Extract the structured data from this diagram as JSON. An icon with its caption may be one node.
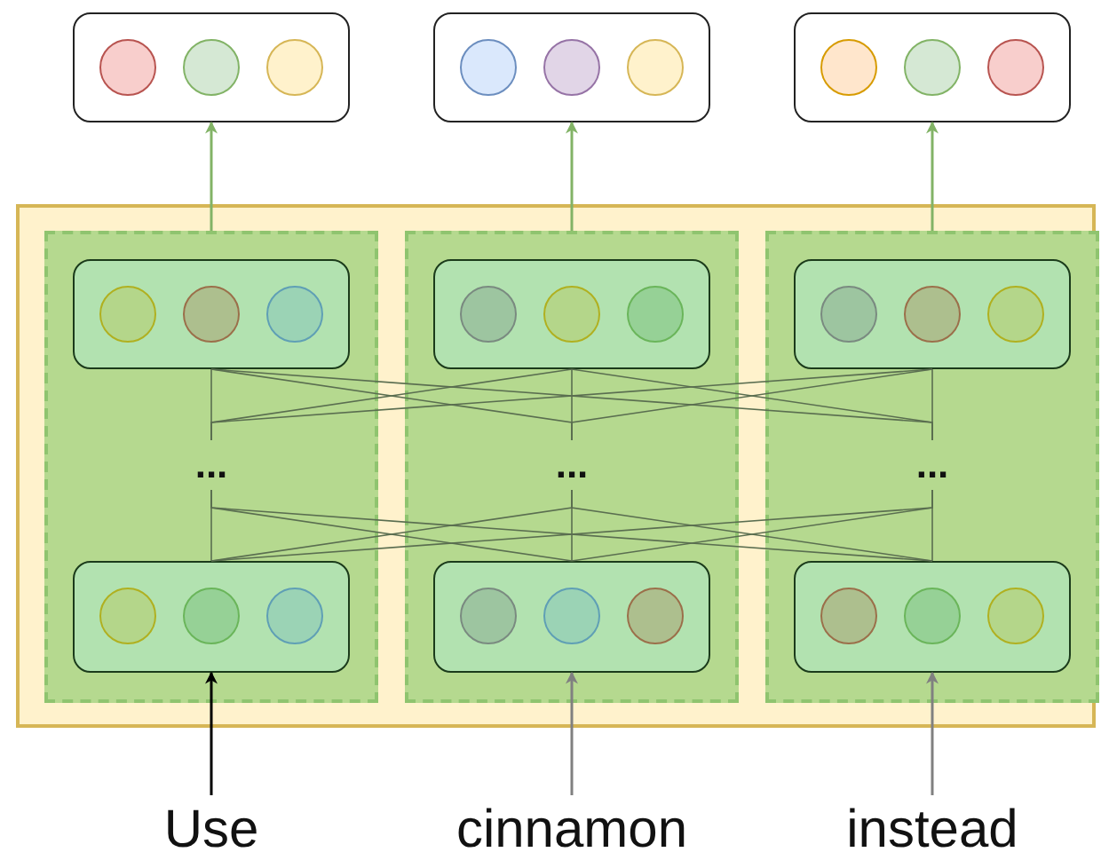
{
  "diagram": {
    "nodes": [
      {
        "text": [],
        "shape": "box"
      },
      {
        "text": [],
        "shape": "circle",
        "in": 0
      },
      {
        "text": [],
        "shape": "circle",
        "in": 0
      },
      {
        "text": [],
        "shape": "circle",
        "in": 0
      },
      {
        "text": [],
        "shape": "box"
      },
      {
        "text": [],
        "shape": "circle",
        "in": 4
      },
      {
        "text": [],
        "shape": "circle",
        "in": 4
      },
      {
        "text": [],
        "shape": "circle",
        "in": 4
      },
      {
        "text": [],
        "shape": "box"
      },
      {
        "text": [],
        "shape": "circle",
        "in": 8
      },
      {
        "text": [],
        "shape": "circle",
        "in": 8
      },
      {
        "text": [],
        "shape": "circle",
        "in": 8
      },
      {
        "text": [],
        "shape": "box"
      },
      {
        "text": [],
        "shape": "box",
        "in": 12
      },
      {
        "text": [],
        "shape": "box",
        "in": 13
      },
      {
        "text": [],
        "shape": "circle",
        "in": 14
      },
      {
        "text": [],
        "shape": "circle",
        "in": 14
      },
      {
        "text": [],
        "shape": "circle",
        "in": 14
      },
      {
        "text": [
          "..."
        ],
        "in": 13
      },
      {
        "text": [],
        "shape": "box",
        "in": 13
      },
      {
        "text": [],
        "shape": "circle",
        "in": 19
      },
      {
        "text": [],
        "shape": "circle",
        "in": 19
      },
      {
        "text": [],
        "shape": "circle",
        "in": 19
      },
      {
        "text": [],
        "shape": "box",
        "in": 12
      },
      {
        "text": [],
        "shape": "box",
        "in": 23
      },
      {
        "text": [],
        "shape": "circle",
        "in": 24
      },
      {
        "text": [],
        "shape": "circle",
        "in": 24
      },
      {
        "text": [],
        "shape": "circle",
        "in": 24
      },
      {
        "text": [
          "..."
        ],
        "in": 23
      },
      {
        "text": [],
        "shape": "box",
        "in": 23
      },
      {
        "text": [],
        "shape": "circle",
        "in": 29
      },
      {
        "text": [],
        "shape": "circle",
        "in": 29
      },
      {
        "text": [],
        "shape": "circle",
        "in": 29
      },
      {
        "text": [],
        "shape": "box",
        "in": 12
      },
      {
        "text": [],
        "shape": "box",
        "in": 33
      },
      {
        "text": [],
        "shape": "circle",
        "in": 34
      },
      {
        "text": [],
        "shape": "circle",
        "in": 34
      },
      {
        "text": [],
        "shape": "circle",
        "in": 34
      },
      {
        "text": [
          "..."
        ],
        "in": 33
      },
      {
        "text": [],
        "shape": "box",
        "in": 33
      },
      {
        "text": [],
        "shape": "circle",
        "in": 39
      },
      {
        "text": [],
        "shape": "circle",
        "in": 39
      },
      {
        "text": [],
        "shape": "circle",
        "in": 39
      },
      {
        "text": [
          "Use"
        ]
      },
      {
        "text": [
          "cinnamon"
        ]
      },
      {
        "text": [
          "instead"
        ]
      }
    ],
    "edges": [
      {
        "from": 13,
        "to": 0,
        "arrow": "to",
        "color": "#82b366"
      },
      {
        "from": 23,
        "to": 4,
        "arrow": "to",
        "color": "#82b366"
      },
      {
        "from": 33,
        "to": 8,
        "arrow": "to",
        "color": "#82b366"
      },
      {
        "from": 18,
        "to": 14,
        "arrow": "none"
      },
      {
        "from": 18,
        "to": 24,
        "arrow": "none"
      },
      {
        "from": 18,
        "to": 34,
        "arrow": "none"
      },
      {
        "from": 28,
        "to": 14,
        "arrow": "none"
      },
      {
        "from": 28,
        "to": 24,
        "arrow": "none"
      },
      {
        "from": 28,
        "to": 34,
        "arrow": "none"
      },
      {
        "from": 38,
        "to": 14,
        "arrow": "none"
      },
      {
        "from": 38,
        "to": 24,
        "arrow": "none"
      },
      {
        "from": 38,
        "to": 34,
        "arrow": "none"
      },
      {
        "from": 19,
        "to": 18,
        "arrow": "none"
      },
      {
        "from": 19,
        "to": 28,
        "arrow": "none"
      },
      {
        "from": 19,
        "to": 38,
        "arrow": "none"
      },
      {
        "from": 29,
        "to": 18,
        "arrow": "none"
      },
      {
        "from": 29,
        "to": 28,
        "arrow": "none"
      },
      {
        "from": 29,
        "to": 38,
        "arrow": "none"
      },
      {
        "from": 39,
        "to": 18,
        "arrow": "none"
      },
      {
        "from": 39,
        "to": 28,
        "arrow": "none"
      },
      {
        "from": 39,
        "to": 38,
        "arrow": "none"
      },
      {
        "from": 43,
        "to": 19,
        "arrow": "to",
        "color": "#000000"
      },
      {
        "from": 44,
        "to": 29,
        "arrow": "to",
        "color": "#808080"
      },
      {
        "from": 45,
        "to": 39,
        "arrow": "to",
        "color": "#808080"
      }
    ]
  }
}
